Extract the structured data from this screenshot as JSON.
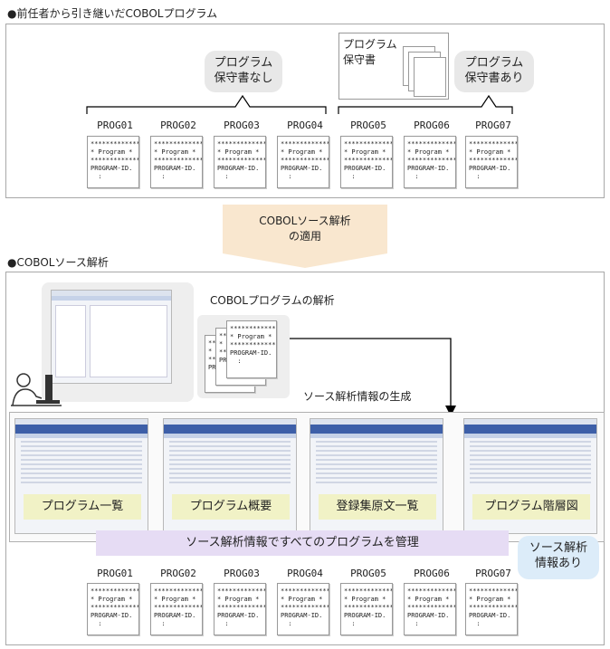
{
  "section1": {
    "title": "●前任者から引き継いだCOBOLプログラム"
  },
  "section2": {
    "title": "●COBOLソース解析"
  },
  "bubble_no_doc": "プログラム\n保守書なし",
  "bubble_with_doc": "プログラム\n保守書あり",
  "maintenance_doc": "プログラム\n保守書",
  "process_arrow": "COBOLソース解析\nの適用",
  "analysis_label": "COBOLプログラムの解析",
  "generation_label": "ソース解析情報の生成",
  "views": [
    "プログラム一覧",
    "プログラム概要",
    "登録集原文一覧",
    "プログラム階層図"
  ],
  "manage_label": "ソース解析情報ですべてのプログラムを管理",
  "bubble_info": "ソース解析\n情報あり",
  "programs": [
    "PROG01",
    "PROG02",
    "PROG03",
    "PROG04",
    "PROG05",
    "PROG06",
    "PROG07"
  ],
  "code_lines": [
    "*************",
    "* Program *",
    "*************",
    "PROGRAM-ID.",
    "  :"
  ],
  "stack_code_lines": [
    "*************",
    "* Program *",
    "*************",
    "PROGRAM-ID.",
    "  :"
  ],
  "colors": {
    "process_arrow": "#f9e7cf",
    "yellow_label": "#f1f2c6",
    "manage_label": "#e6dcf4",
    "bubble_gray": "#e8e8e8",
    "bubble_blue": "#dcecf9"
  }
}
